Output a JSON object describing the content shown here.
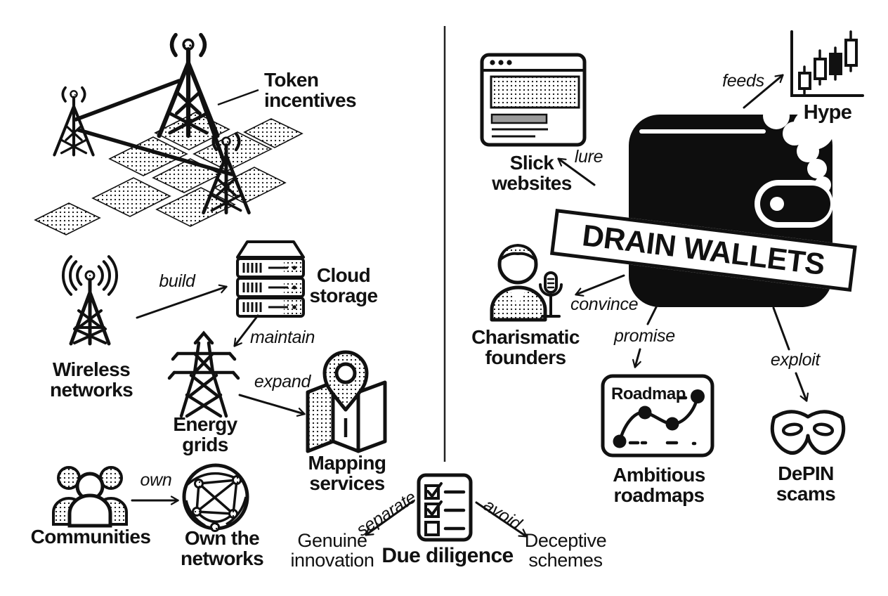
{
  "palette": {
    "ink": "#111111",
    "paper": "#ffffff",
    "gray_bar": "#9b9b9b"
  },
  "left_panel": {
    "token_incentives": "Token\nincentives",
    "wireless_networks": "Wireless\nnetworks",
    "build": "build",
    "cloud_storage": "Cloud\nstorage",
    "maintain": "maintain",
    "energy_grids": "Energy\ngrids",
    "expand": "expand",
    "mapping_services": "Mapping\nservices",
    "communities": "Communities",
    "own": "own",
    "own_the_networks": "Own the\nnetworks"
  },
  "diligence": {
    "due_diligence": "Due diligence",
    "separate": "separate",
    "avoid": "avoid",
    "genuine_innovation": "Genuine\ninnovation",
    "deceptive_schemes": "Deceptive\nschemes"
  },
  "right_panel": {
    "slick_websites": "Slick\nwebsites",
    "lure": "lure",
    "feeds": "feeds",
    "hype": "Hype",
    "drain_wallets": "DRAIN WALLETS",
    "charismatic_founders": "Charismatic\nfounders",
    "convince": "convince",
    "promise": "promise",
    "roadmap_title": "Roadmap",
    "ambitious_roadmaps": "Ambitious\nroadmaps",
    "exploit": "exploit",
    "depin_scams": "DePIN\nscams"
  },
  "icons": [
    "cell-tower-icon",
    "city-map-graphic",
    "wireless-antenna-icon",
    "server-stack-icon",
    "energy-grid-icon",
    "map-pin-icon",
    "people-icon",
    "globe-network-icon",
    "checklist-icon",
    "browser-window-icon",
    "wallet-icon",
    "candlestick-chart-icon",
    "founder-microphone-icon",
    "roadmap-card-icon",
    "mask-icon",
    "divider-line"
  ]
}
